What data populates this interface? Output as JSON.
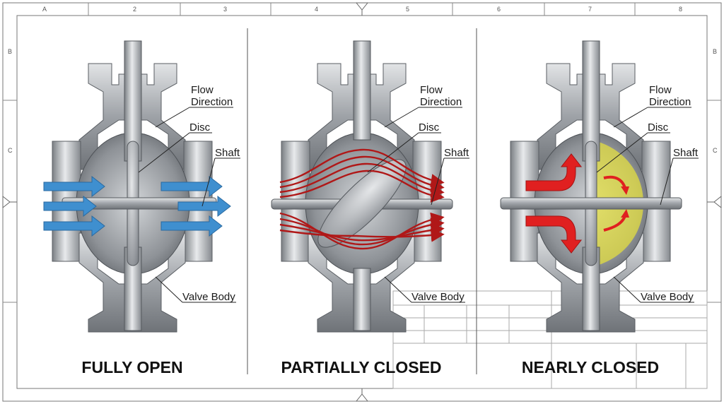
{
  "frame": {
    "top_columns": [
      "A",
      "2",
      "3",
      "4",
      "5",
      "6",
      "7",
      "8"
    ],
    "side_rows": [
      "B",
      "C"
    ]
  },
  "panels": [
    {
      "state": "fully-open",
      "caption": "FULLY OPEN",
      "labels": {
        "flow": [
          "Flow",
          "Direction"
        ],
        "disc": "Disc",
        "shaft": "Shaft",
        "body": "Valve Body"
      },
      "disc_angle_deg": 0,
      "flow_color": "#3f8fcf"
    },
    {
      "state": "partially-closed",
      "caption": "PARTIALLY CLOSED",
      "labels": {
        "flow": [
          "Flow",
          "Direction"
        ],
        "disc": "Disc",
        "shaft": "Shaft",
        "body": "Valve Body"
      },
      "disc_angle_deg": 45,
      "flow_color": "#b01818"
    },
    {
      "state": "nearly-closed",
      "caption": "NEARLY CLOSED",
      "labels": {
        "flow": [
          "Flow",
          "Direction"
        ],
        "disc": "Disc",
        "shaft": "Shaft",
        "body": "Valve Body"
      },
      "disc_angle_deg": 0,
      "flow_color": "#e02020",
      "highlight_color": "#e8e23a"
    }
  ]
}
